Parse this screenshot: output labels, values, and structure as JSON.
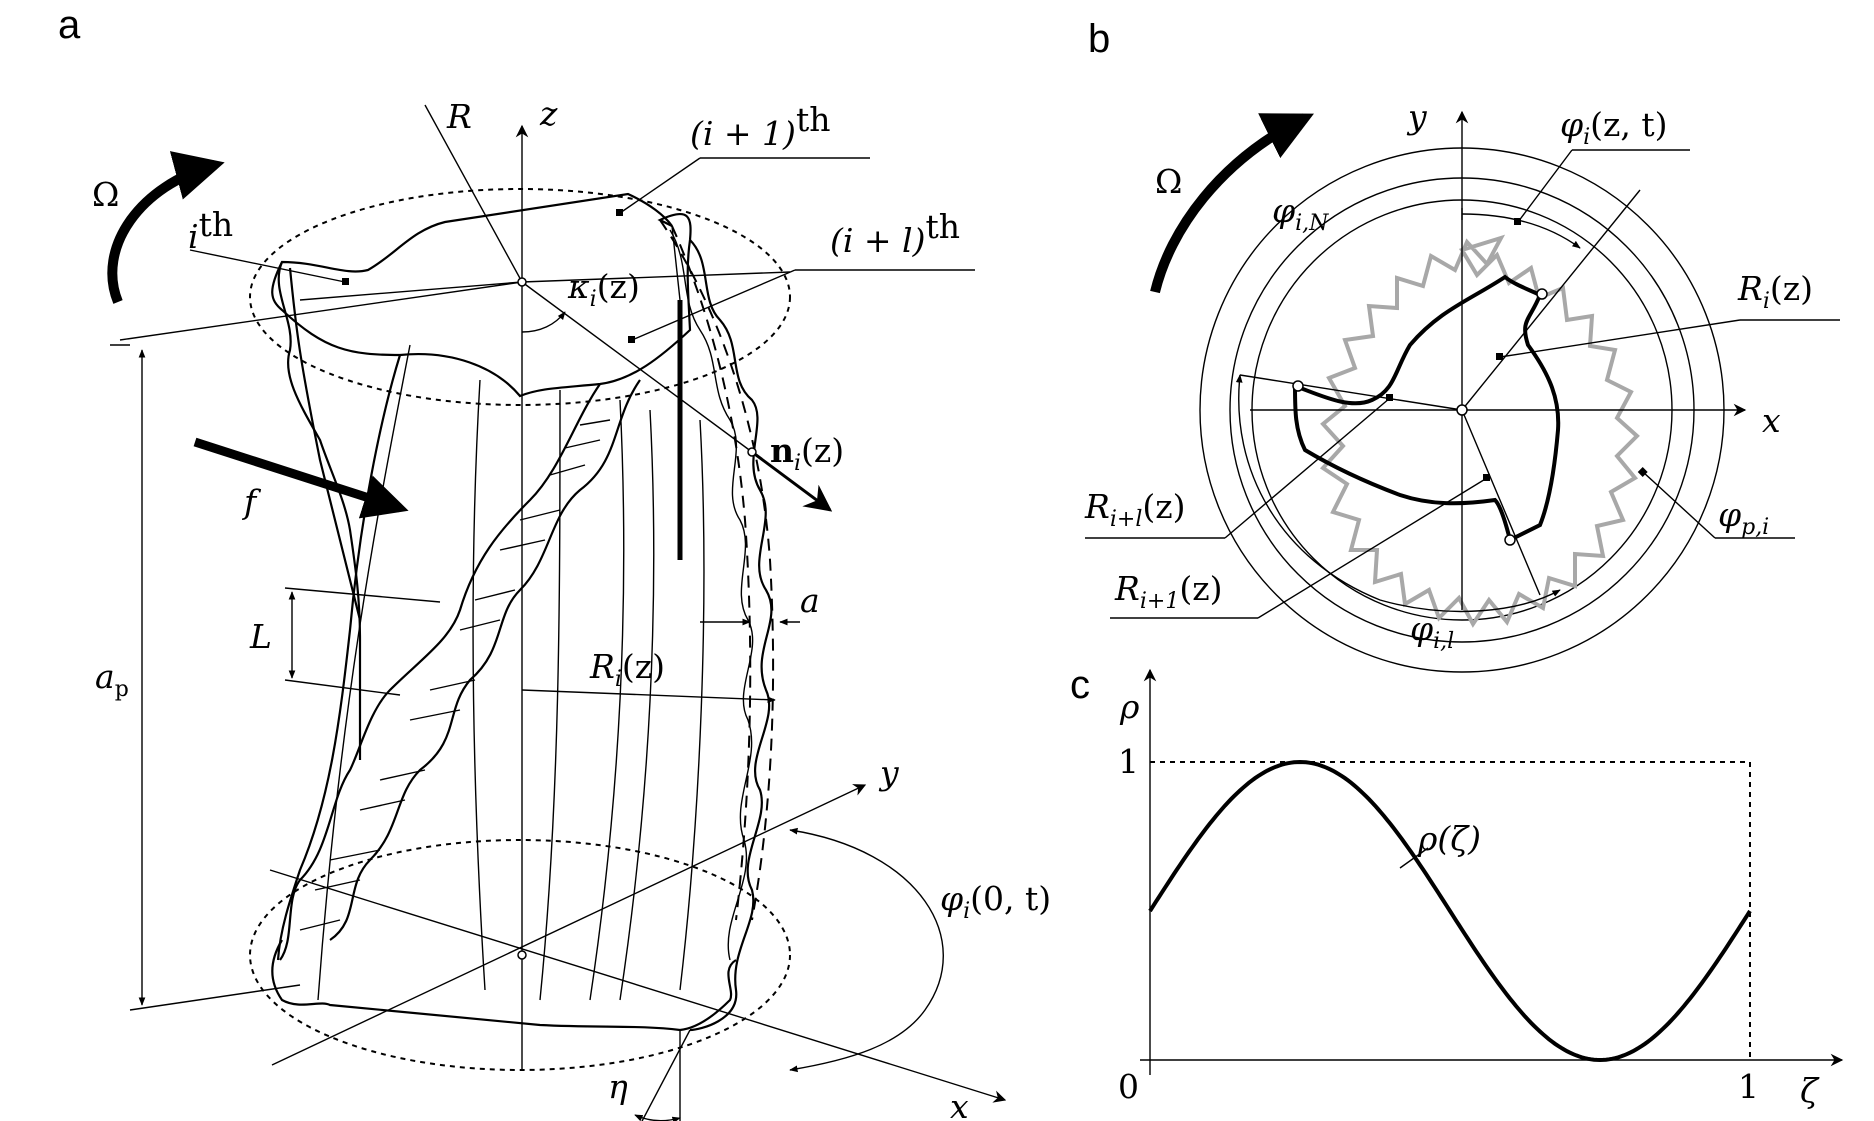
{
  "panels": {
    "a": {
      "letter": "a",
      "labels": {
        "R": "R",
        "z": "z",
        "omega": "Ω",
        "i_th": "i",
        "i_th_sup": "th",
        "i1_th": "(i + 1)",
        "i1_th_sup": "th",
        "il_th": "(i + l)",
        "il_th_sup": "th",
        "kappa": "κ",
        "kappa_sub": "i",
        "kappa_arg": "(z)",
        "f": "f",
        "n": "n",
        "n_sub": "i",
        "n_arg": "(z)",
        "L": "L",
        "a": "a",
        "ap": "a",
        "ap_sub": "p",
        "Ri": "R",
        "Ri_sub": "i",
        "Ri_arg": "(z)",
        "y": "y",
        "phi0": "φ",
        "phi0_sub": "i",
        "phi0_arg": "(0, t)",
        "eta": "η",
        "x": "x"
      }
    },
    "b": {
      "letter": "b",
      "labels": {
        "y": "y",
        "x": "x",
        "omega": "Ω",
        "phi_zt": "φ",
        "phi_zt_sub": "i",
        "phi_zt_arg": "(z, t)",
        "phi_iN": "φ",
        "phi_iN_sub": "i,N",
        "Ri": "R",
        "Ri_sub": "i",
        "Ri_arg": "(z)",
        "Ril": "R",
        "Ril_sub": "i+l",
        "Ril_arg": "(z)",
        "Ri1": "R",
        "Ri1_sub": "i+1",
        "Ri1_arg": "(z)",
        "phi_p": "φ",
        "phi_p_sub": "p,i",
        "phi_il": "φ",
        "phi_il_sub": "i,l"
      }
    },
    "c": {
      "letter": "c",
      "labels": {
        "rho": "ρ",
        "one_y": "1",
        "zero": "0",
        "one_x": "1",
        "zeta": "ζ",
        "curve": "ρ(ζ)"
      }
    }
  }
}
